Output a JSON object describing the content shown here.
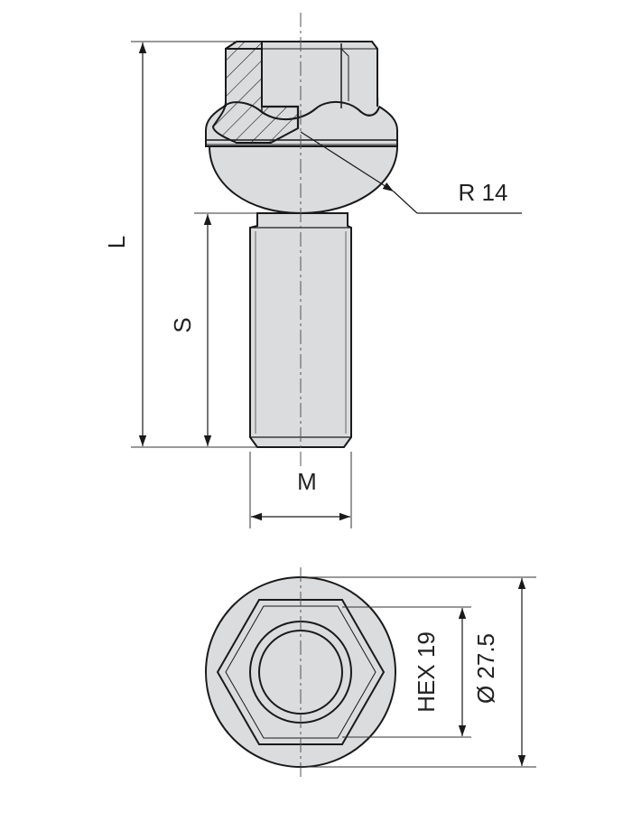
{
  "labels": {
    "length": "L",
    "shank_length": "S",
    "thread": "M",
    "radius": "R 14",
    "hex": "HEX 19",
    "diameter": "Ø 27.5"
  },
  "colors": {
    "body_fill": "#dadcdd",
    "line": "#1a1a1a",
    "dimension_line": "#333333",
    "text": "#222222"
  }
}
